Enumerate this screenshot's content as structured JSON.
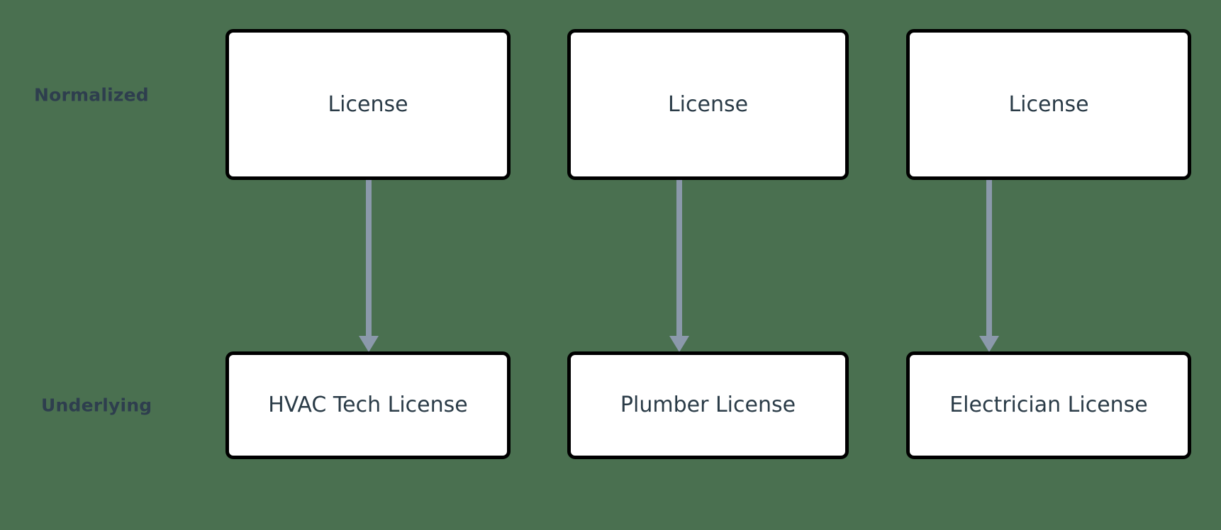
{
  "diagram": {
    "background_color": "#4a7050",
    "node_fill_color": "#ffffff",
    "node_border_color": "#000000",
    "node_text_color": "#2a3b47",
    "label_text_color": "#2e3e4e",
    "arrow_color": "#8b99ab",
    "type": "mapping-diagram",
    "rows": [
      {
        "key": "normalized",
        "label": "Normalized"
      },
      {
        "key": "underlying",
        "label": "Underlying"
      }
    ],
    "columns": [
      {
        "normalized_label": "License",
        "underlying_label": "HVAC Tech License",
        "connector": "arrow-down-icon"
      },
      {
        "normalized_label": "License",
        "underlying_label": "Plumber License",
        "connector": "arrow-down-icon"
      },
      {
        "normalized_label": "License",
        "underlying_label": "Electrician License",
        "connector": "arrow-down-icon"
      }
    ]
  }
}
